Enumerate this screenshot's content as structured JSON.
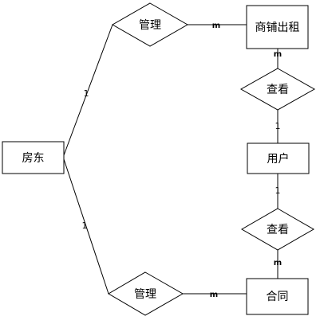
{
  "entities": {
    "landlord": "房东",
    "shop_rental": "商铺出租",
    "user": "用户",
    "contract": "合同"
  },
  "relationships": {
    "manage_shop": "管理",
    "view_shop": "查看",
    "view_contract": "查看",
    "manage_contract": "管理"
  },
  "cardinalities": {
    "landlord_to_manage_shop": "1",
    "manage_shop_to_shop": "m",
    "shop_to_view": "m",
    "view_to_user_top": "1",
    "user_to_view_bottom": "1",
    "view_to_contract": "m",
    "landlord_to_manage_contract": "1",
    "manage_contract_to_contract": "m"
  }
}
